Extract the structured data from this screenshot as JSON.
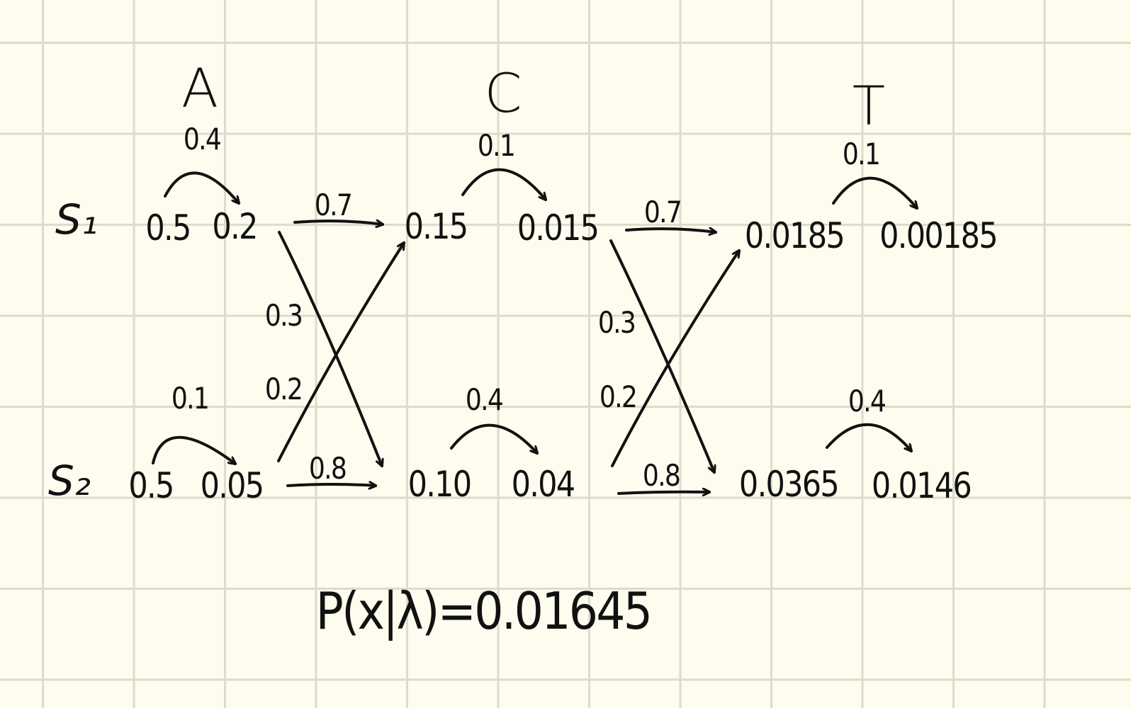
{
  "columns": {
    "a": "A",
    "c": "C",
    "t": "T"
  },
  "states": {
    "s1": "S₁",
    "s2": "S₂"
  },
  "nodes": {
    "s1_a_alpha": "0.5",
    "s1_a_emit": "0.2",
    "s1_c_alpha": "0.15",
    "s1_c_emit": "0.015",
    "s1_t_alpha": "0.0185",
    "s1_t_emit": "0.00185",
    "s2_a_alpha": "0.5",
    "s2_a_emit": "0.05",
    "s2_c_alpha": "0.10",
    "s2_c_emit": "0.04",
    "s2_t_alpha": "0.0365",
    "s2_t_emit": "0.0146"
  },
  "emission_probs": {
    "s1_a": "0.4",
    "s1_c": "0.1",
    "s1_t": "0.1",
    "s2_a": "0.1",
    "s2_c": "0.4",
    "s2_t": "0.4"
  },
  "transitions": {
    "s1_s1_1": "0.7",
    "s1_s2_1": "0.3",
    "s2_s1_1": "0.2",
    "s2_s2_1": "0.8",
    "s1_s1_2": "0.7",
    "s1_s2_2": "0.3",
    "s2_s1_2": "0.2",
    "s2_s2_2": "0.8"
  },
  "result": "P(x|λ)=0.01645"
}
